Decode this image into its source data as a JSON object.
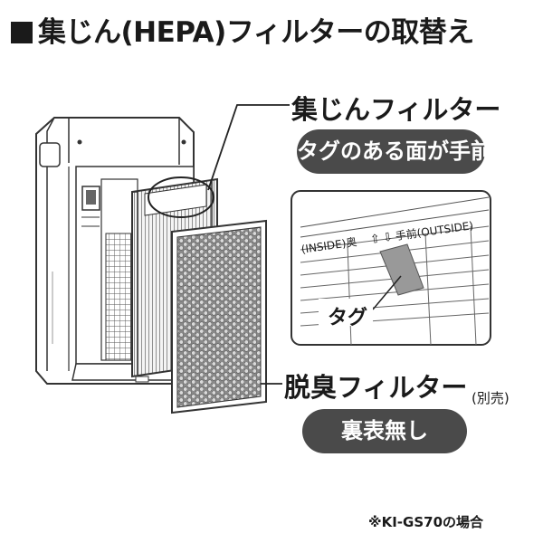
{
  "title": "集じん(HEPA)フィルターの取替え",
  "labels": {
    "hepa_filter": "集じんフィルター",
    "tag_front_badge": "タグのある面が手前",
    "deodorizing_filter": "脱臭フィルター",
    "sold_separately": "(別売)",
    "no_front_back_badge": "裏表無し"
  },
  "zoom_callout": {
    "inside_back": "(INSIDE)奥",
    "front_outside": "手前(OUTSIDE)",
    "tag": "タグ"
  },
  "footnote": "※KI-GS70の場合"
}
